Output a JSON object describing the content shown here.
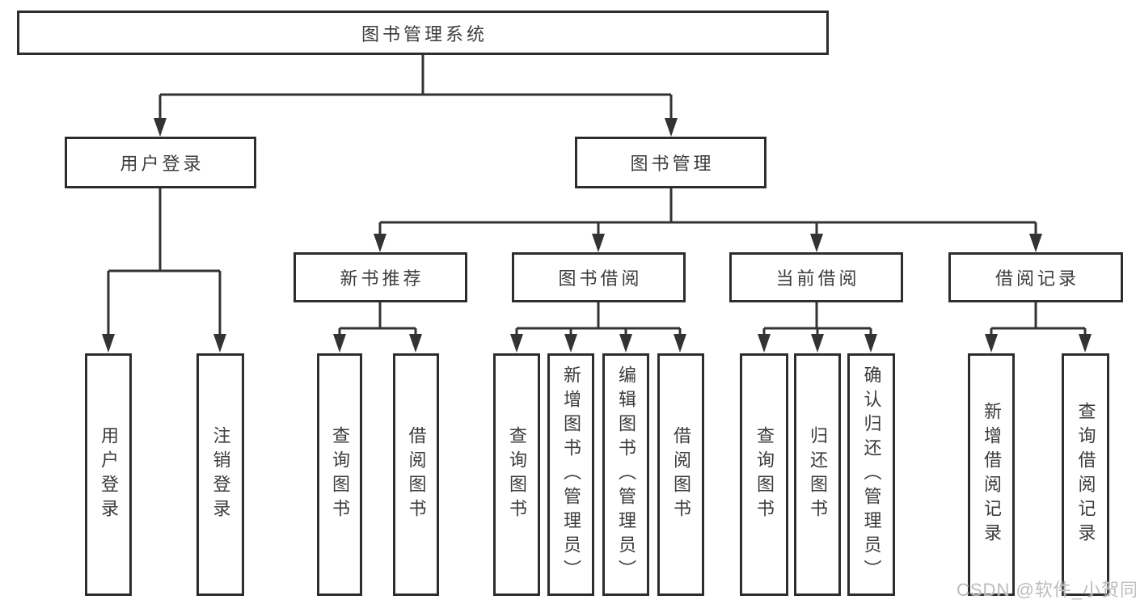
{
  "tree": {
    "label": "图书管理系统",
    "children": [
      {
        "label": "用户登录",
        "children": [
          {
            "label": "用户登录"
          },
          {
            "label": "注销登录"
          }
        ]
      },
      {
        "label": "图书管理",
        "children": [
          {
            "label": "新书推荐",
            "children": [
              {
                "label": "查询图书"
              },
              {
                "label": "借阅图书"
              }
            ]
          },
          {
            "label": "图书借阅",
            "children": [
              {
                "label": "查询图书"
              },
              {
                "label": "新增图书（管理员）"
              },
              {
                "label": "编辑图书（管理员）"
              },
              {
                "label": "借阅图书"
              }
            ]
          },
          {
            "label": "当前借阅",
            "children": [
              {
                "label": "查询图书"
              },
              {
                "label": "归还图书"
              },
              {
                "label": "确认归还（管理员）"
              }
            ]
          },
          {
            "label": "借阅记录",
            "children": [
              {
                "label": "新增借阅记录"
              },
              {
                "label": "查询借阅记录"
              }
            ]
          }
        ]
      }
    ]
  },
  "watermark": {
    "text": "CSDN @软件_小贺同学"
  },
  "colors": {
    "line": "#333333",
    "box_border": "#2d2d2d",
    "text": "#3b3b3b",
    "watermark": "#b9bcc0",
    "background": "#ffffff"
  }
}
